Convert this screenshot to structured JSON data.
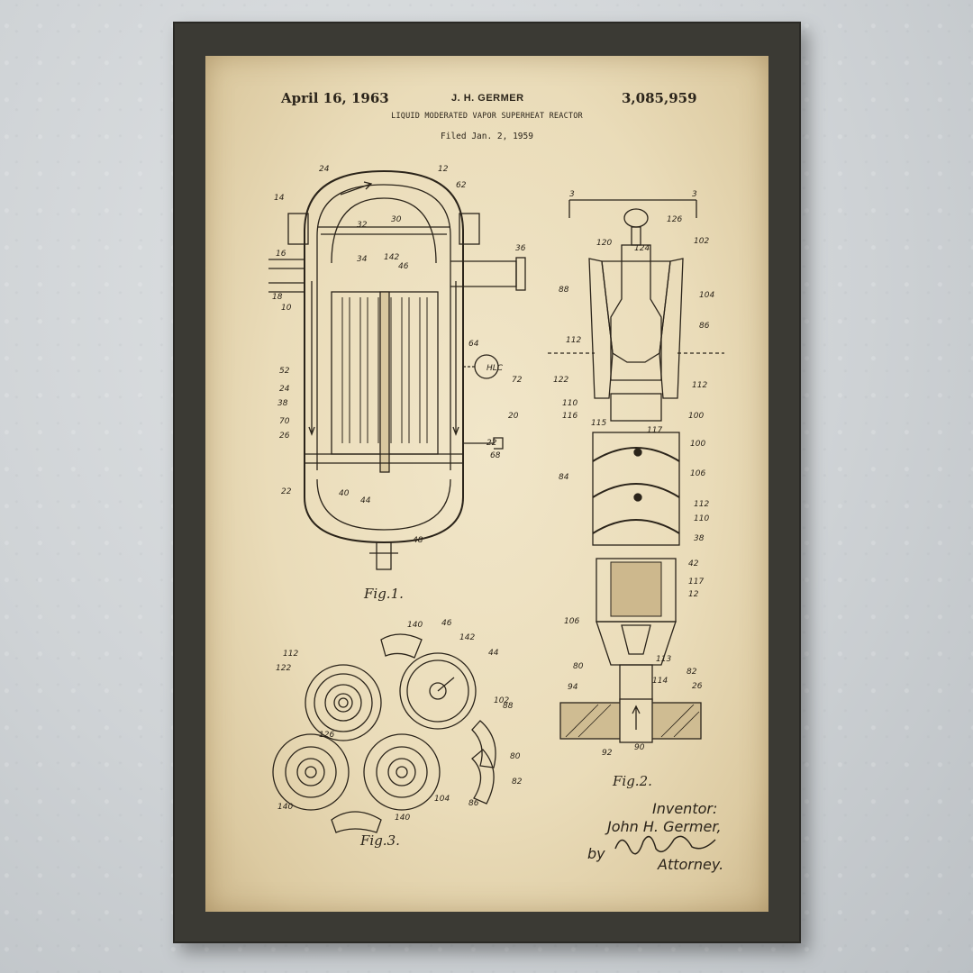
{
  "patent": {
    "date": "April 16, 1963",
    "inventor_header": "J. H. GERMER",
    "number": "3,085,959",
    "title": "LIQUID MODERATED VAPOR SUPERHEAT REACTOR",
    "filed": "Filed Jan. 2, 1959"
  },
  "figures": {
    "fig1": "Fig.1.",
    "fig2": "Fig.2.",
    "fig3": "Fig.3."
  },
  "signature": {
    "inventor_label": "Inventor:",
    "inventor_name": "John H. Germer,",
    "by": "by",
    "attorney": "Attorney."
  },
  "reference_numerals": {
    "fig1": [
      "24",
      "12",
      "62",
      "14",
      "30",
      "32",
      "16",
      "34",
      "142",
      "46",
      "36",
      "18",
      "10",
      "64",
      "52",
      "HLC",
      "72",
      "24",
      "38",
      "20",
      "70",
      "26",
      "22",
      "68",
      "22",
      "40",
      "44",
      "48"
    ],
    "fig2": [
      "3",
      "3",
      "126",
      "120",
      "124",
      "102",
      "88",
      "104",
      "86",
      "112",
      "122",
      "112",
      "110",
      "116",
      "115",
      "117",
      "100",
      "100",
      "84",
      "106",
      "112",
      "110",
      "38",
      "42",
      "117",
      "12",
      "106",
      "113",
      "80",
      "82",
      "114",
      "94",
      "26",
      "92",
      "90"
    ],
    "fig3": [
      "140",
      "46",
      "142",
      "44",
      "112",
      "122",
      "102",
      "88",
      "126",
      "80",
      "82",
      "140",
      "140",
      "104",
      "86"
    ]
  },
  "colors": {
    "paper": "#eadcb9",
    "ink": "#2b241a",
    "frame": "#3b3a34",
    "wall": "#cfd3d6"
  }
}
